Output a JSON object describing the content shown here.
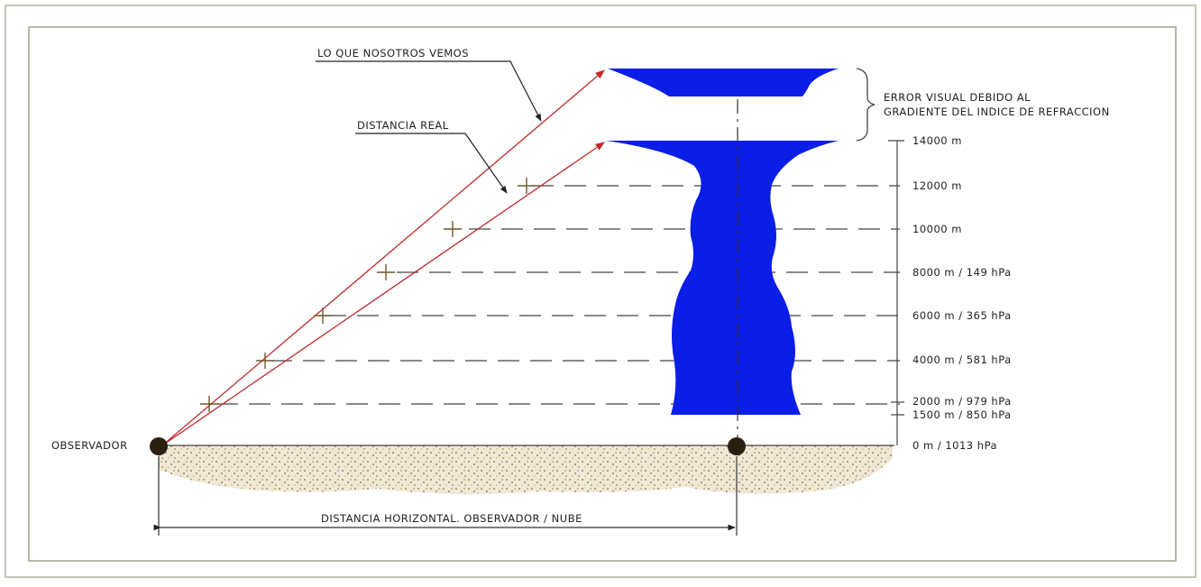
{
  "labels": {
    "what_we_see": "LO QUE NOSOTROS VEMOS",
    "real_distance": "DISTANCIA REAL",
    "visual_error_line1": "ERROR VISUAL DEBIDO AL",
    "visual_error_line2": "GRADIENTE DEL INDICE DE REFRACCION",
    "observer": "OBSERVADOR",
    "horizontal_distance": "DISTANCIA HORIZONTAL. OBSERVADOR / NUBE"
  },
  "levels": [
    {
      "label": "14000 m"
    },
    {
      "label": "12000 m"
    },
    {
      "label": "10000 m"
    },
    {
      "label": "8000 m / 149 hPa"
    },
    {
      "label": "6000 m / 365 hPa"
    },
    {
      "label": "4000 m / 581 hPa"
    },
    {
      "label": "2000 m / 979 hPa"
    },
    {
      "label": "1500 m / 850 hPa"
    },
    {
      "label": "0 m / 1013 hPa"
    }
  ],
  "colors": {
    "cloud": "#0a1ee6",
    "ray": "#c02a2a",
    "frame": "#b9b7a4",
    "ground": "#d8c9a0",
    "line": "#333333",
    "observer_dot": "#2a200f"
  }
}
